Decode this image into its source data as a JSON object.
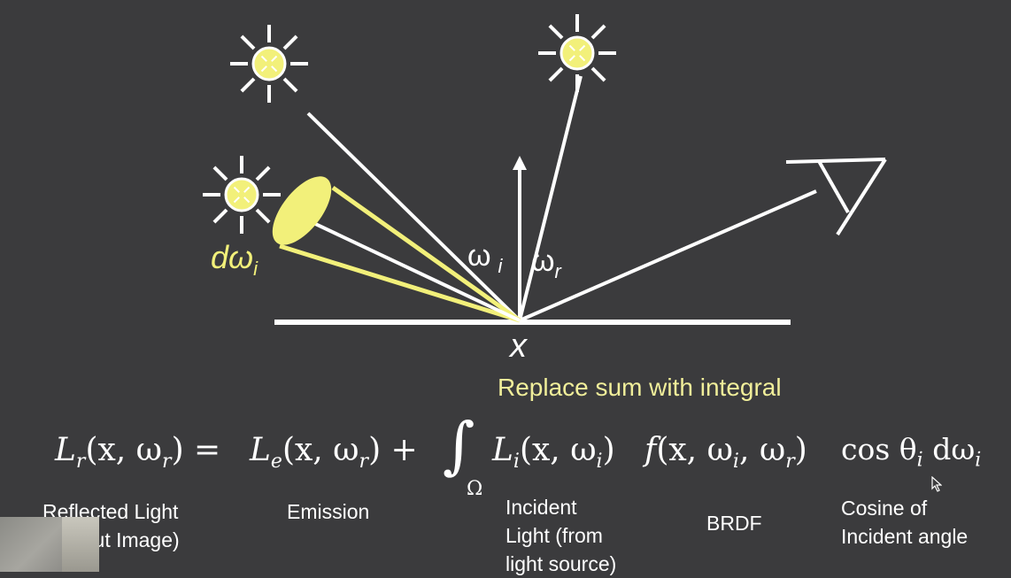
{
  "diagram": {
    "label_domega": "dω",
    "label_domega_sub": "i",
    "label_omega_i": "ω",
    "label_omega_i_sub": "i",
    "label_omega_r": "ω",
    "label_omega_r_sub": "r",
    "label_x": "x",
    "colors": {
      "background": "#3b3b3d",
      "accent": "#f2f07a",
      "lines": "#ffffff"
    }
  },
  "caption": "Replace sum with integral",
  "equation": {
    "lhs_L": "L",
    "lhs_sub": "r",
    "lhs_args": "(x, ω",
    "lhs_args_sub": "r",
    "lhs_close": ")",
    "equals": " = ",
    "emission_L": "L",
    "emission_sub": "e",
    "emission_args": "(x, ω",
    "emission_args_sub": "r",
    "emission_close": ")",
    "plus": " +",
    "integral": "∫",
    "integral_domain": "Ω",
    "incident_L": "L",
    "incident_sub": "i",
    "incident_args": "(x, ω",
    "incident_args_sub": "i",
    "incident_close": ")",
    "brdf_f": "f",
    "brdf_args": "(x, ω",
    "brdf_args_sub1": "i",
    "brdf_mid": ", ω",
    "brdf_args_sub2": "r",
    "brdf_close": ")",
    "cos": "cos θ",
    "cos_sub": "i",
    "d": " dω",
    "d_sub": "i"
  },
  "terms": {
    "reflected_line1": "Reflected Light",
    "reflected_line2": "(Output Image)",
    "emission": "Emission",
    "incident_line1": "Incident",
    "incident_line2": "Light (from",
    "incident_line3": "light source)",
    "brdf": "BRDF",
    "cosine_line1": "Cosine of",
    "cosine_line2": "Incident angle"
  }
}
